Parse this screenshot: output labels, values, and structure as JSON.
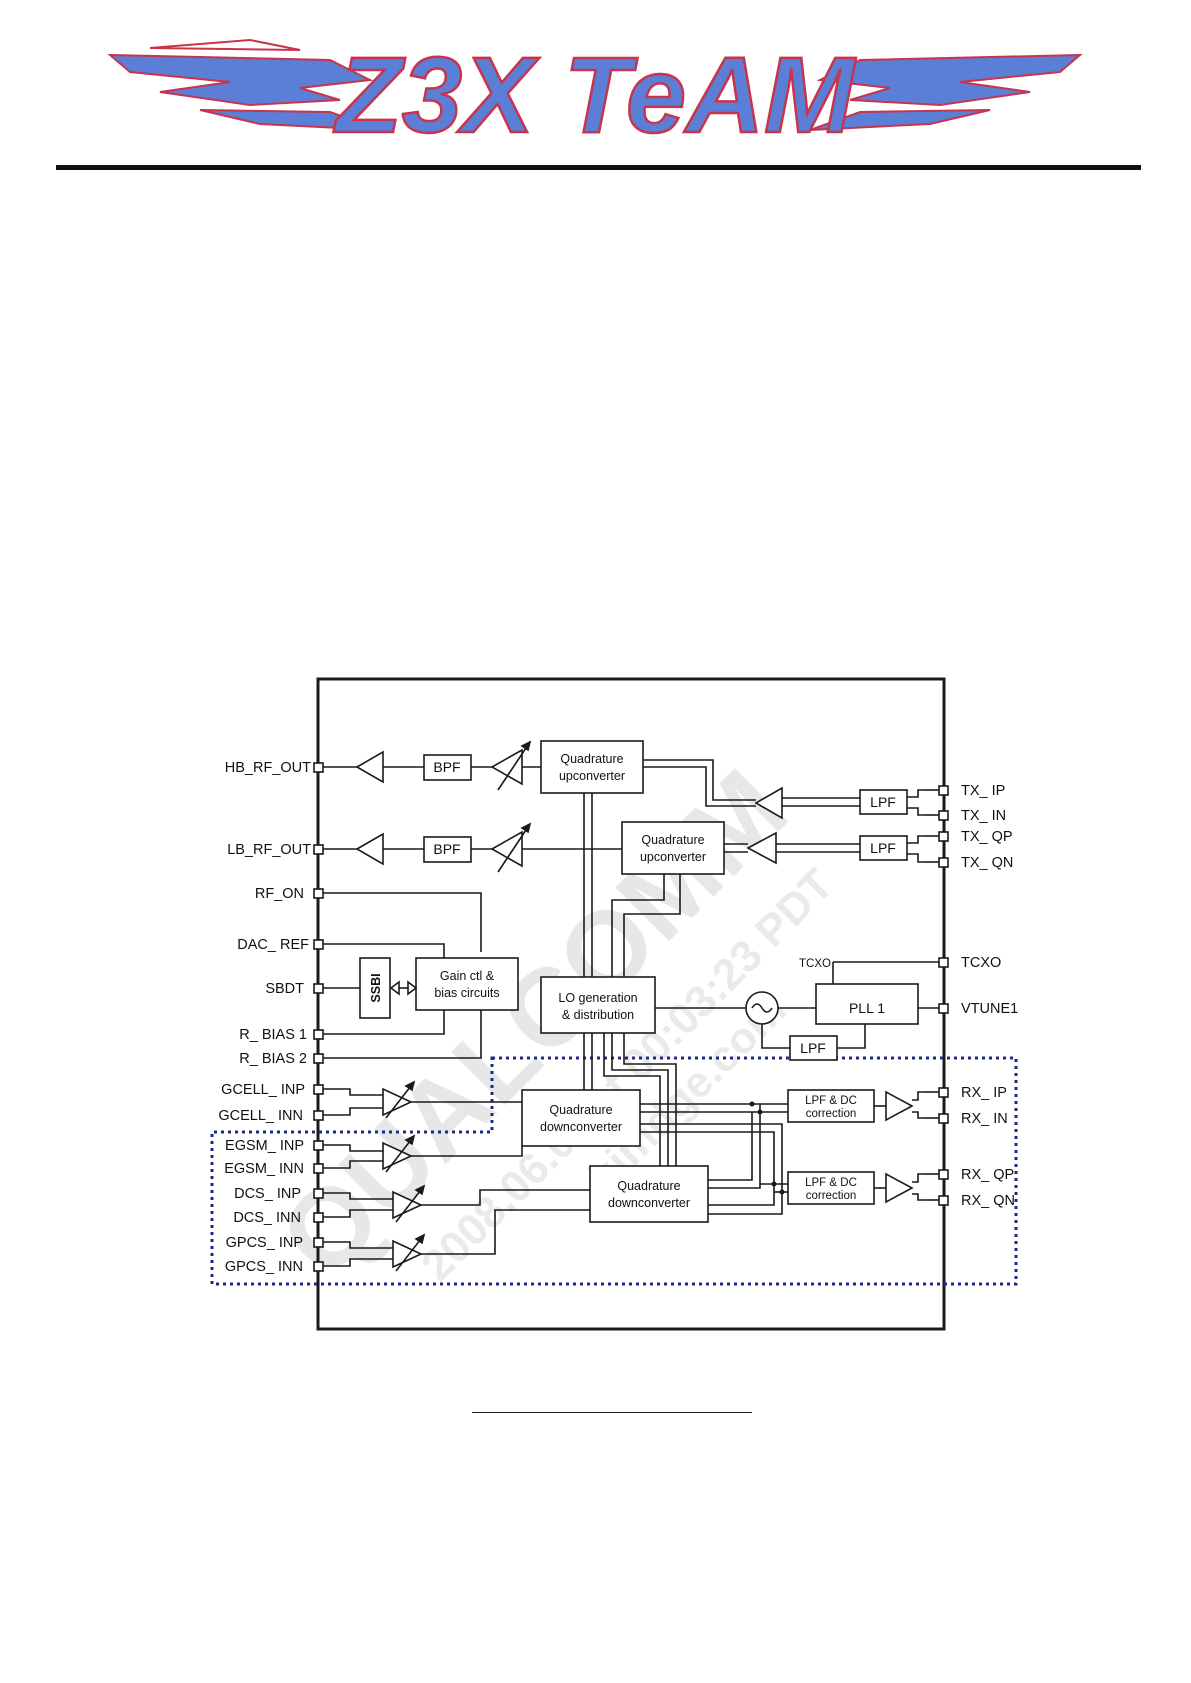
{
  "logo": {
    "text": "Z3X TeAM",
    "colors": {
      "fill": "#5b7fd6",
      "outline": "#c8344c"
    }
  },
  "watermark": {
    "brand": "QUALCOMM",
    "text_1": "2008.06.02 at 00:03:23 PDT",
    "text_2": "kimdge.com"
  },
  "pins_left": {
    "hb_rf_out": "HB_RF_OUT",
    "lb_rf_out": "LB_RF_OUT",
    "rf_on": "RF_ON",
    "dac_ref": "DAC_ REF",
    "sbdt": "SBDT",
    "r_bias1": "R_ BIAS 1",
    "r_bias2": "R_ BIAS 2",
    "gcell_inp": "GCELL_ INP",
    "gcell_inn": "GCELL_ INN",
    "egsm_inp": "EGSM_ INP",
    "egsm_inn": "EGSM_ INN",
    "dcs_inp": "DCS_ INP",
    "dcs_inn": "DCS_ INN",
    "gpcs_inp": "GPCS_ INP",
    "gpcs_inn": "GPCS_ INN"
  },
  "pins_right": {
    "tx_ip": "TX_ IP",
    "tx_in": "TX_ IN",
    "tx_qp": "TX_ QP",
    "tx_qn": "TX_ QN",
    "tcxo": "TCXO",
    "vtune1": "VTUNE1",
    "rx_ip": "RX_ IP",
    "rx_in": "RX_ IN",
    "rx_qp": "RX_ QP",
    "rx_qn": "RX_ QN"
  },
  "blocks": {
    "bpf_hb": "BPF",
    "bpf_lb": "BPF",
    "quad_up_1": [
      "Quadrature",
      "upconverter"
    ],
    "quad_up_2": [
      "Quadrature",
      "upconverter"
    ],
    "lpf_tx_i": "LPF",
    "lpf_tx_q": "LPF",
    "ssbi": "SSBI",
    "gain_ctl": [
      "Gain ctl &",
      "bias circuits"
    ],
    "lo_gen": [
      "LO generation",
      "& distribution"
    ],
    "tcxo_internal": "TCXO",
    "pll": "PLL 1",
    "lpf_pll": "LPF",
    "quad_down_1": [
      "Quadrature",
      "downconverter"
    ],
    "quad_down_2": [
      "Quadrature",
      "downconverter"
    ],
    "lpf_dc_1": [
      "LPF & DC",
      "correction"
    ],
    "lpf_dc_2": [
      "LPF & DC",
      "correction"
    ]
  },
  "colors": {
    "line": "#1a1a1a",
    "rx_region_dots": "#1e2a8c",
    "watermark": "#cfcfcf"
  }
}
